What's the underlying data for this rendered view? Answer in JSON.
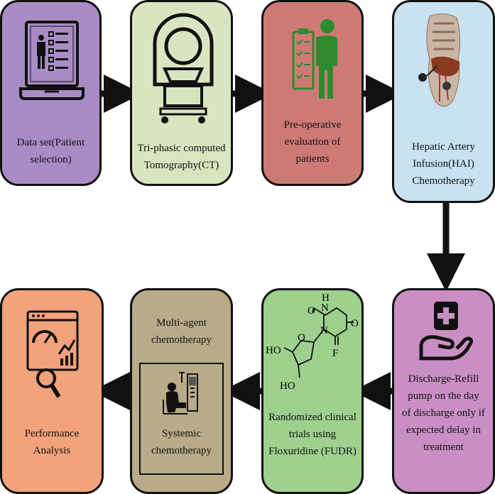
{
  "colors": {
    "box1": "#a98cc6",
    "box2": "#dae4c1",
    "box3": "#cd7a77",
    "box4": "#c8e2f1",
    "box5": "#c98fc4",
    "box6": "#9ed08e",
    "box7": "#b9ab88",
    "box8": "#f2a37c"
  },
  "steps": [
    {
      "icon": "patient-record-laptop-icon",
      "lines": [
        "Data set(Patient",
        "selection)"
      ]
    },
    {
      "icon": "ct-scanner-icon",
      "lines": [
        "Tri-phasic computed",
        "Tomography(CT)"
      ]
    },
    {
      "icon": "doctor-clipboard-icon",
      "lines": [
        "Pre-operative",
        "evaluation of",
        "patients"
      ]
    },
    {
      "icon": "liver-anatomy-icon",
      "lines": [
        "Hepatic Artery",
        "Infusion(HAI)",
        "Chemotherapy"
      ]
    },
    {
      "icon": "medical-hand-care-icon",
      "lines": [
        "Discharge-Refill",
        "pump on the day",
        "of discharge only if",
        "expected delay in",
        "treatment"
      ]
    },
    {
      "icon": "floxuridine-molecule-icon",
      "lines": [
        "Randomized clinical",
        "trials using",
        "Floxuridine (FUDR)"
      ]
    },
    {
      "icon": "patient-infusion-icon",
      "lines": [
        "Multi-agent",
        "chemotherapy"
      ],
      "inner_lines": [
        "Systemic",
        "chemotherapy"
      ]
    },
    {
      "icon": "performance-dashboard-icon",
      "lines": [
        "Performance",
        "Analysis"
      ]
    }
  ],
  "molecule": {
    "o_top": "O",
    "nh": "N",
    "h": "H",
    "o_right": "O",
    "n_ring": "N",
    "f": "F",
    "o_ring": "O",
    "ho_left": "HO",
    "ho_bottom": "HO"
  }
}
